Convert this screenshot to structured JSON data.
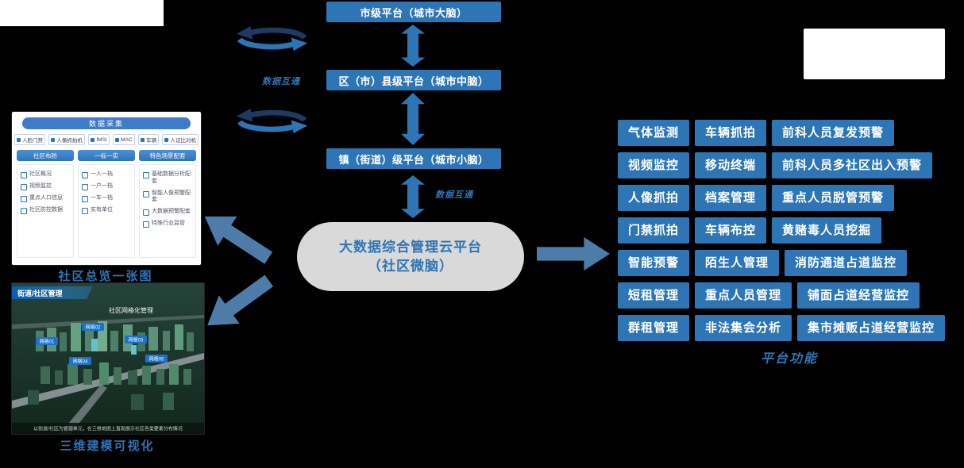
{
  "hierarchy": {
    "levels": [
      {
        "label": "市级平台（城市大脑）"
      },
      {
        "label": "区（市）县级平台（城市中脑）"
      },
      {
        "label": "镇（街道）级平台（城市小脑）"
      }
    ],
    "sync_label": "数据互通",
    "link_label": "数据互通"
  },
  "hub": {
    "line1": "大数据综合管理云平台",
    "line2": "（社区微脑）"
  },
  "left_panels": {
    "dashboard": {
      "caption": "社区总览一张图",
      "toolbar_title": "数据采集",
      "device_chips": [
        "人脸门禁",
        "人像抓拍机",
        "IMSI",
        "MAC",
        "车辆",
        "人证比对机"
      ],
      "columns": [
        {
          "header": "社区布防",
          "items": [
            "社区概况",
            "视频监控",
            "重点人口信息",
            "社区防控数据"
          ]
        },
        {
          "header": "一标一实",
          "items": [
            "一人一档",
            "一户一档",
            "一车一档",
            "实有单位"
          ]
        },
        {
          "header": "特色场景配套",
          "items": [
            "基础数据分析配套",
            "智能人像预警配套",
            "大数据预警配套",
            "特殊行业监管"
          ]
        }
      ]
    },
    "model3d": {
      "caption": "三维建模可视化",
      "banner": "街道/社区管理",
      "overlay_title": "社区网格化管理",
      "tags": [
        "网格01",
        "网格02",
        "网格03",
        "网格04",
        "网格05"
      ],
      "footnote": "以街道/社区为管理单元，在三维地图上直观展示社区各类要素分布情况"
    }
  },
  "functions": {
    "caption": "平台功能",
    "rows": [
      [
        "气体监测",
        "车辆抓拍",
        "前科人员复发预警"
      ],
      [
        "视频监控",
        "移动终端",
        "前科人员多社区出入预警"
      ],
      [
        "人像抓拍",
        "档案管理",
        "重点人员脱管预警"
      ],
      [
        "门禁抓拍",
        "车辆布控",
        "黄赌毒人员挖掘"
      ],
      [
        "智能预警",
        "陌生人管理",
        "消防通道占道监控"
      ],
      [
        "短租管理",
        "重点人员管理",
        "铺面占道经营监控"
      ],
      [
        "群租管理",
        "非法集会分析",
        "集市摊贩占道经营监控"
      ]
    ]
  },
  "colors": {
    "primary_blue": "#2E75B6",
    "arrow_steel": "#4D7CA8",
    "hub_gray": "#D9D9D9"
  }
}
